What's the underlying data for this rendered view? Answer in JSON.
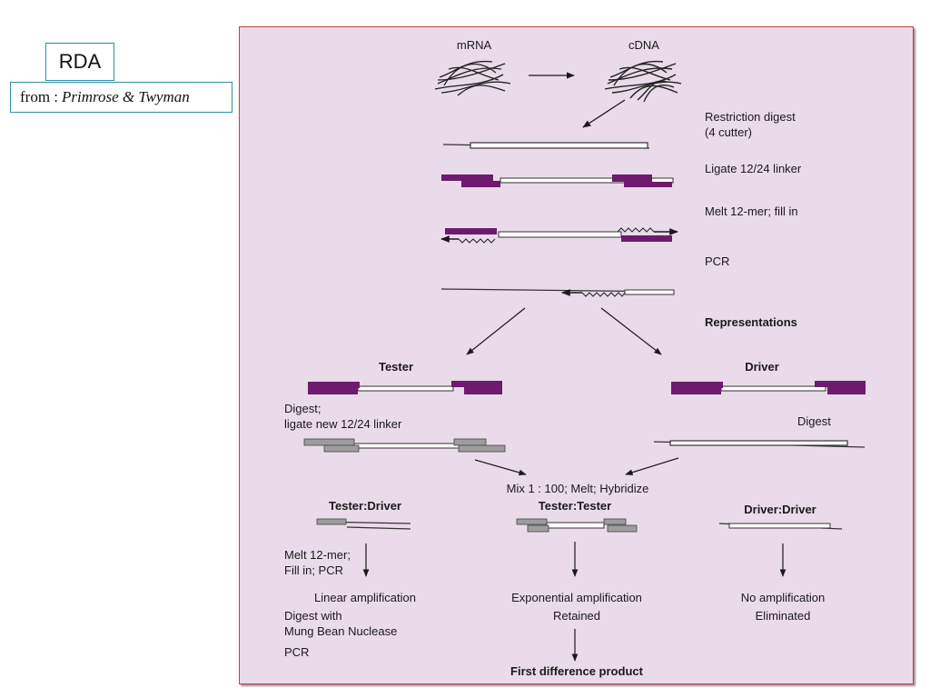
{
  "slide": {
    "title": "RDA",
    "source_prefix": "from :",
    "source_authors": "Primrose & Twyman"
  },
  "diagram": {
    "mrna": "mRNA",
    "cdna": "cDNA",
    "step_restriction_1": "Restriction digest",
    "step_restriction_2": "(4 cutter)",
    "step_ligate": "Ligate 12/24 linker",
    "step_melt": "Melt 12-mer; fill in",
    "step_pcr": "PCR",
    "representations": "Representations",
    "tester": "Tester",
    "driver": "Driver",
    "tester_digest_1": "Digest;",
    "tester_digest_2": "ligate new 12/24 linker",
    "driver_digest": "Digest",
    "mix": "Mix 1 : 100; Melt; Hybridize",
    "tester_driver": "Tester:Driver",
    "tester_tester": "Tester:Tester",
    "driver_driver": "Driver:Driver",
    "td_step_1": "Melt 12-mer;",
    "td_step_2": "Fill in; PCR",
    "td_result": "Linear amplification",
    "td_digest_1": "Digest with",
    "td_digest_2": "Mung Bean Nuclease",
    "td_pcr": "PCR",
    "tt_result": "Exponential amplification",
    "tt_fate": "Retained",
    "dd_result": "No amplification",
    "dd_fate": "Eliminated",
    "final": "First difference product"
  },
  "colors": {
    "panel_background": "#e9dbe9",
    "linker_purple": "#6e1a6e",
    "linker_gray": "#9d9d9d",
    "border": "#2e8ca6"
  }
}
